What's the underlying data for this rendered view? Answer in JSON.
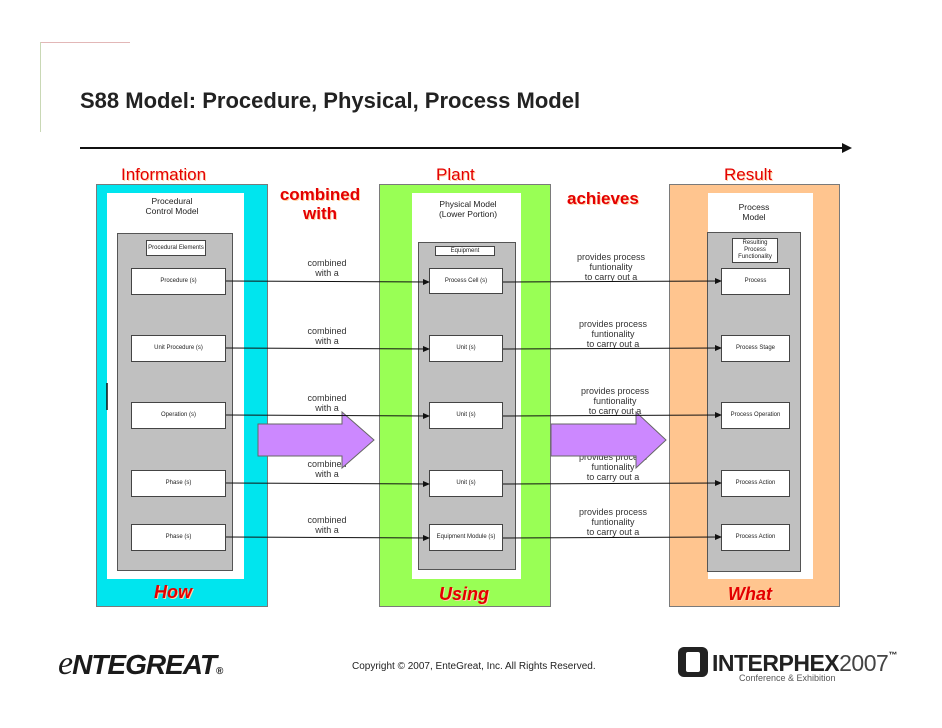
{
  "title": "S88 Model: Procedure, Physical, Process Model",
  "columns": {
    "left": {
      "head": "Information",
      "foot": "How",
      "model_title": "Procedural Control Model"
    },
    "middle": {
      "head": "Plant",
      "foot": "Using",
      "model_title": "Physical Model (Lower Portion)"
    },
    "right": {
      "head": "Result",
      "foot": "What",
      "model_title": "Process Model"
    }
  },
  "labels": {
    "combined_with": "combined with",
    "achieves": "achieves"
  },
  "left_header": "Procedural Elements",
  "middle_header": "Equipment",
  "right_header": "Resulting Process Functionality",
  "rows": [
    {
      "procedure": "Procedure (s)",
      "combined": "combined\nwith a",
      "physical": "Process Cell (s)",
      "provides": "provides process\nfuntionality\nto carry out a",
      "process": "Process"
    },
    {
      "procedure": "Unit Procedure (s)",
      "combined": "combined\nwith a",
      "physical": "Unit (s)",
      "provides": "provides process\nfuntionality\nto carry out a",
      "process": "Process Stage"
    },
    {
      "procedure": "Operation (s)",
      "combined": "combined\nwith a",
      "physical": "Unit (s)",
      "provides": "provides process\nfuntionality\nto carry out a",
      "process": "Process Operation"
    },
    {
      "procedure": "Phase (s)",
      "combined": "combined\nwith a",
      "physical": "Unit (s)",
      "provides": "provides process\nfuntionality\nto carry out a",
      "process": "Process Action"
    },
    {
      "procedure": "Phase (s)",
      "combined": "combined\nwith a",
      "physical": "Equipment Module (s)",
      "provides": "provides process\nfuntionality\nto carry out a",
      "process": "Process Action"
    }
  ],
  "footer": {
    "copyright": "Copyright © 2007, EnteGreat, Inc. All Rights Reserved.",
    "logo_left_initial": "e",
    "logo_left_rest": "NTEGREAT",
    "logo_left_mark": "®",
    "logo_right_name": "INTERPHEX",
    "logo_right_year": "2007",
    "logo_right_tm": "™",
    "logo_right_sub": "Conference & Exhibition"
  },
  "colors": {
    "left_panel": "#00e5ee",
    "middle_panel": "#99ff55",
    "right_panel": "#ffc58f",
    "big_arrow": "#cc88ff",
    "accent_red": "#e30000"
  }
}
